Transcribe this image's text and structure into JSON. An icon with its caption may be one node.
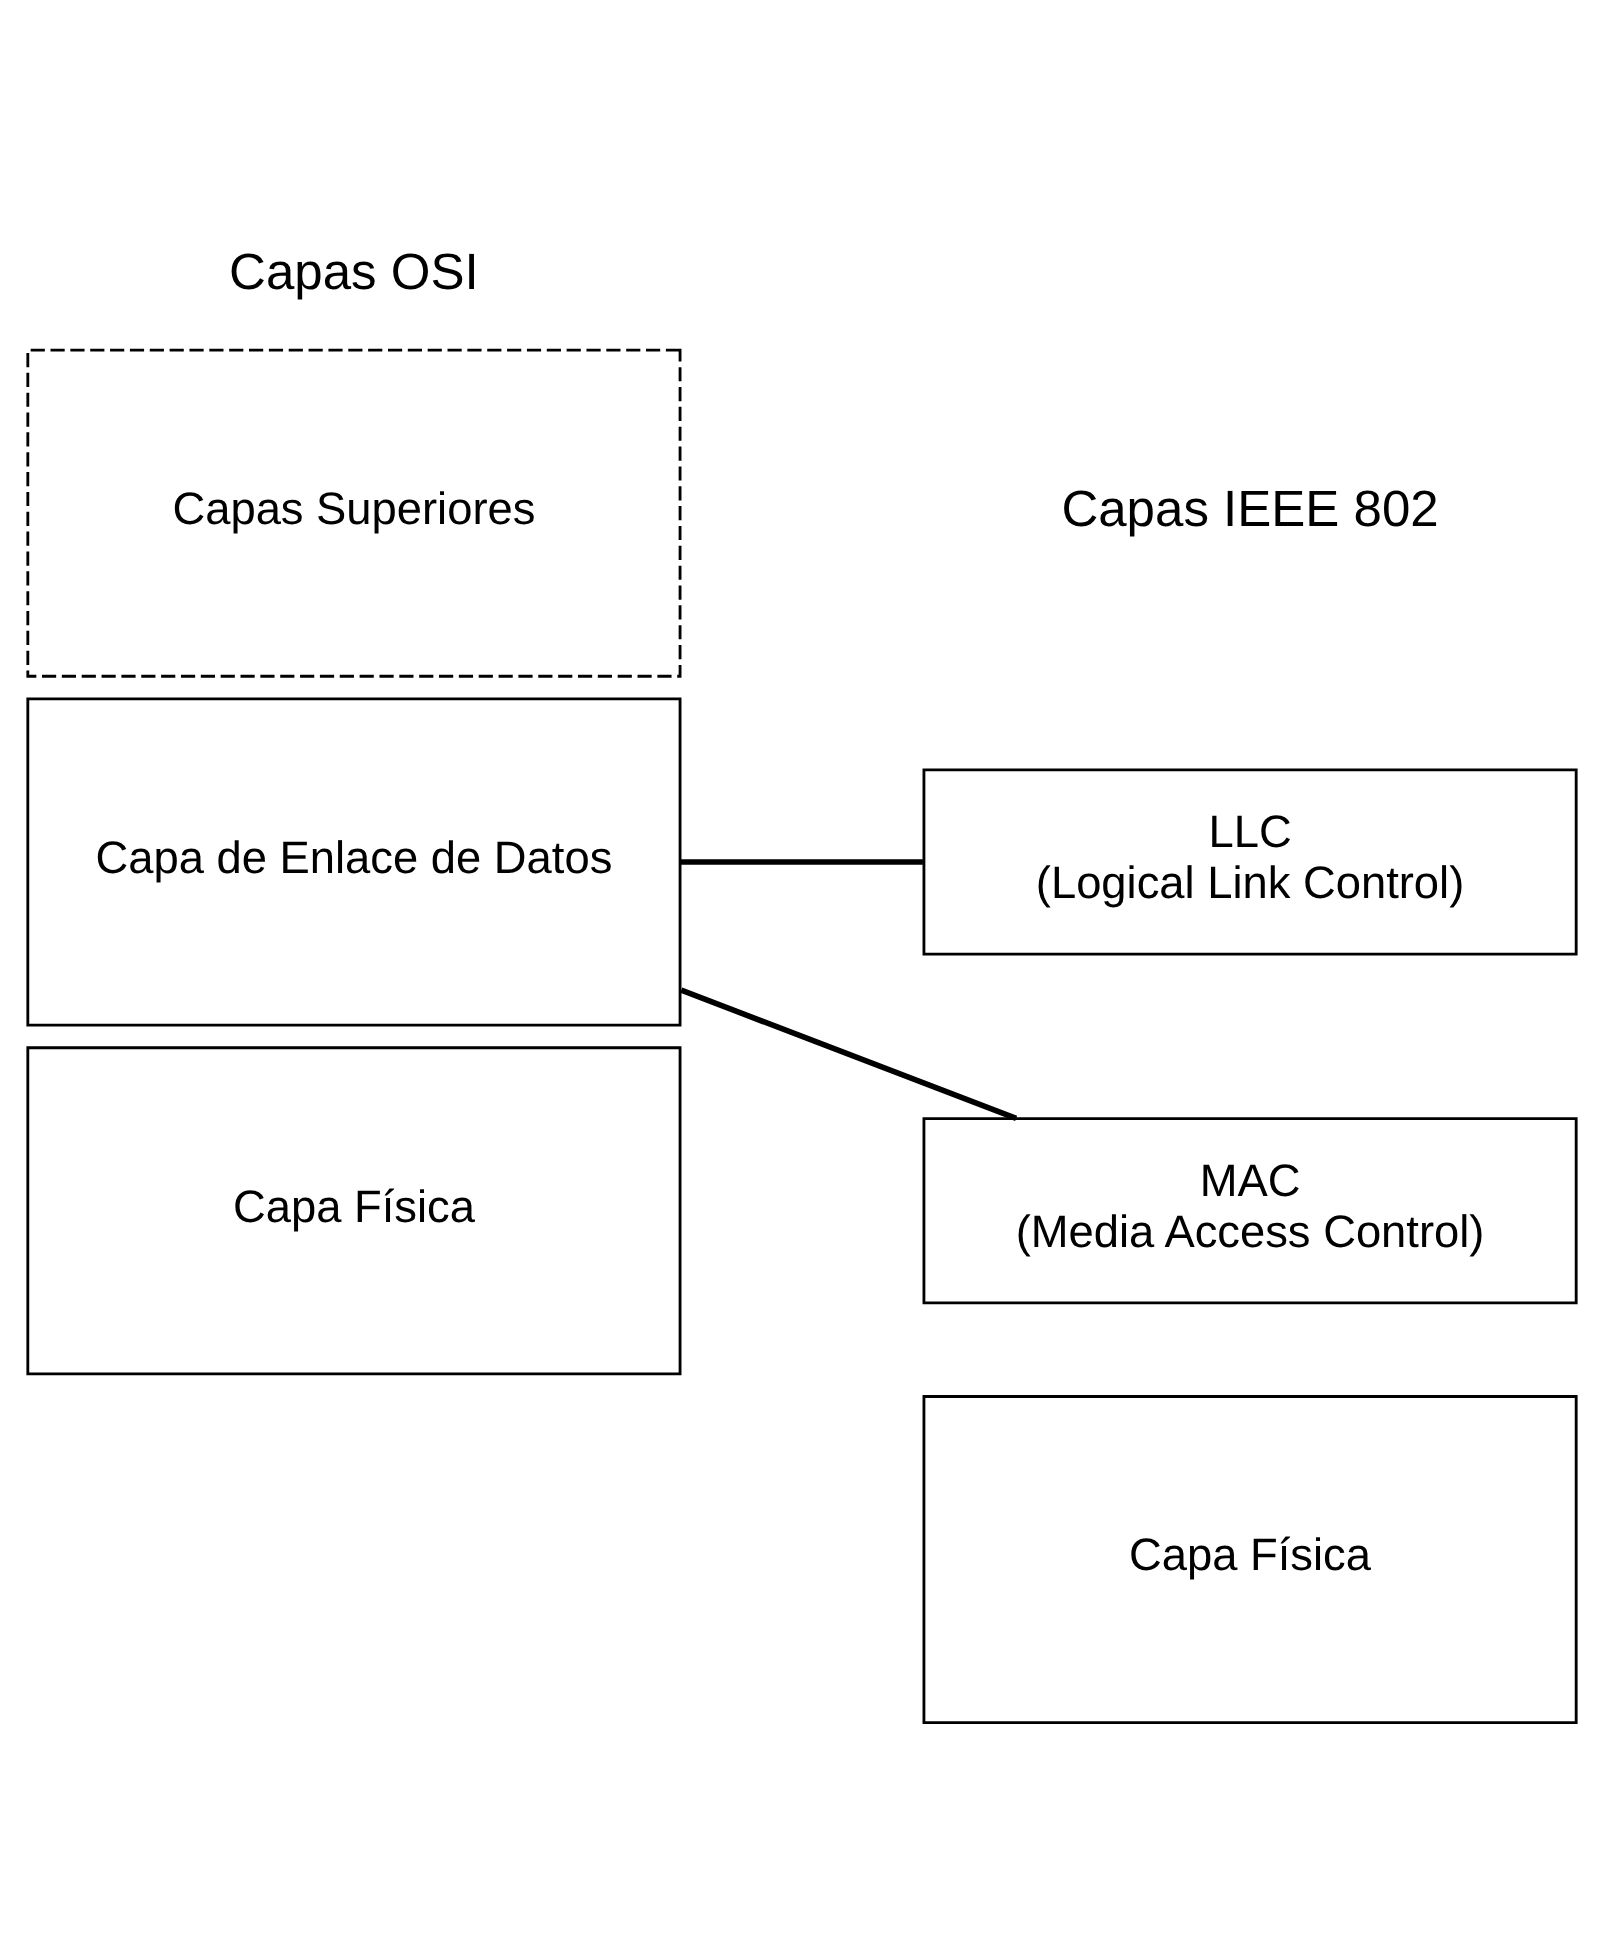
{
  "diagram": {
    "nodes": [
      {
        "text": [
          "Capas Superiores"
        ]
      },
      {
        "text": [
          "Capa de Enlace de Datos"
        ]
      },
      {
        "text": [
          "Capa Física"
        ]
      },
      {
        "text": [
          "LLC",
          "(Logical Link Control)"
        ]
      },
      {
        "text": [
          "MAC",
          "(Media Access Control)"
        ]
      },
      {
        "text": [
          "Capa Física"
        ]
      }
    ],
    "edges": [
      {
        "from": 1,
        "to": 3,
        "arrow": "none"
      },
      {
        "from": 1,
        "to": 4,
        "arrow": "none"
      }
    ],
    "labels": [
      "Capas OSI",
      "Capas IEEE 802"
    ]
  }
}
